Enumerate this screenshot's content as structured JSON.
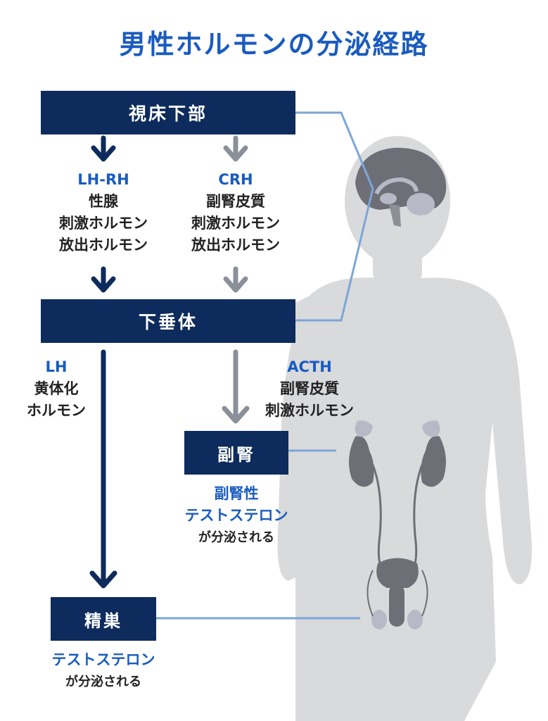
{
  "title": "男性ホルモンの分泌経路",
  "nodes": {
    "hypothalamus": "視床下部",
    "pituitary": "下垂体",
    "adrenal": "副腎",
    "testis": "精巣"
  },
  "hormones": {
    "lhrh": {
      "name": "LH-RH",
      "lines": [
        "性腺",
        "刺激ホルモン",
        "放出ホルモン"
      ]
    },
    "crh": {
      "name": "CRH",
      "lines": [
        "副腎皮質",
        "刺激ホルモン",
        "放出ホルモン"
      ]
    },
    "lh": {
      "name": "LH",
      "lines": [
        "黄体化",
        "ホルモン"
      ]
    },
    "acth": {
      "name": "ACTH",
      "lines": [
        "副腎皮質",
        "刺激ホルモン"
      ]
    }
  },
  "outputs": {
    "adrenal_product": [
      "副腎性",
      "テストステロン"
    ],
    "adrenal_note": "が分泌される",
    "testis_product": "テストステロン",
    "testis_note": "が分泌される"
  },
  "colors": {
    "box": "#0d2b5c",
    "accent_blue": "#1a5bbf",
    "arrow_dark": "#0d2b5c",
    "arrow_gray": "#8a9099",
    "connector": "#7da6d8",
    "silhouette": "#d9dadc",
    "organ": "#6e6f76",
    "organ_light": "#b9b8c6"
  }
}
